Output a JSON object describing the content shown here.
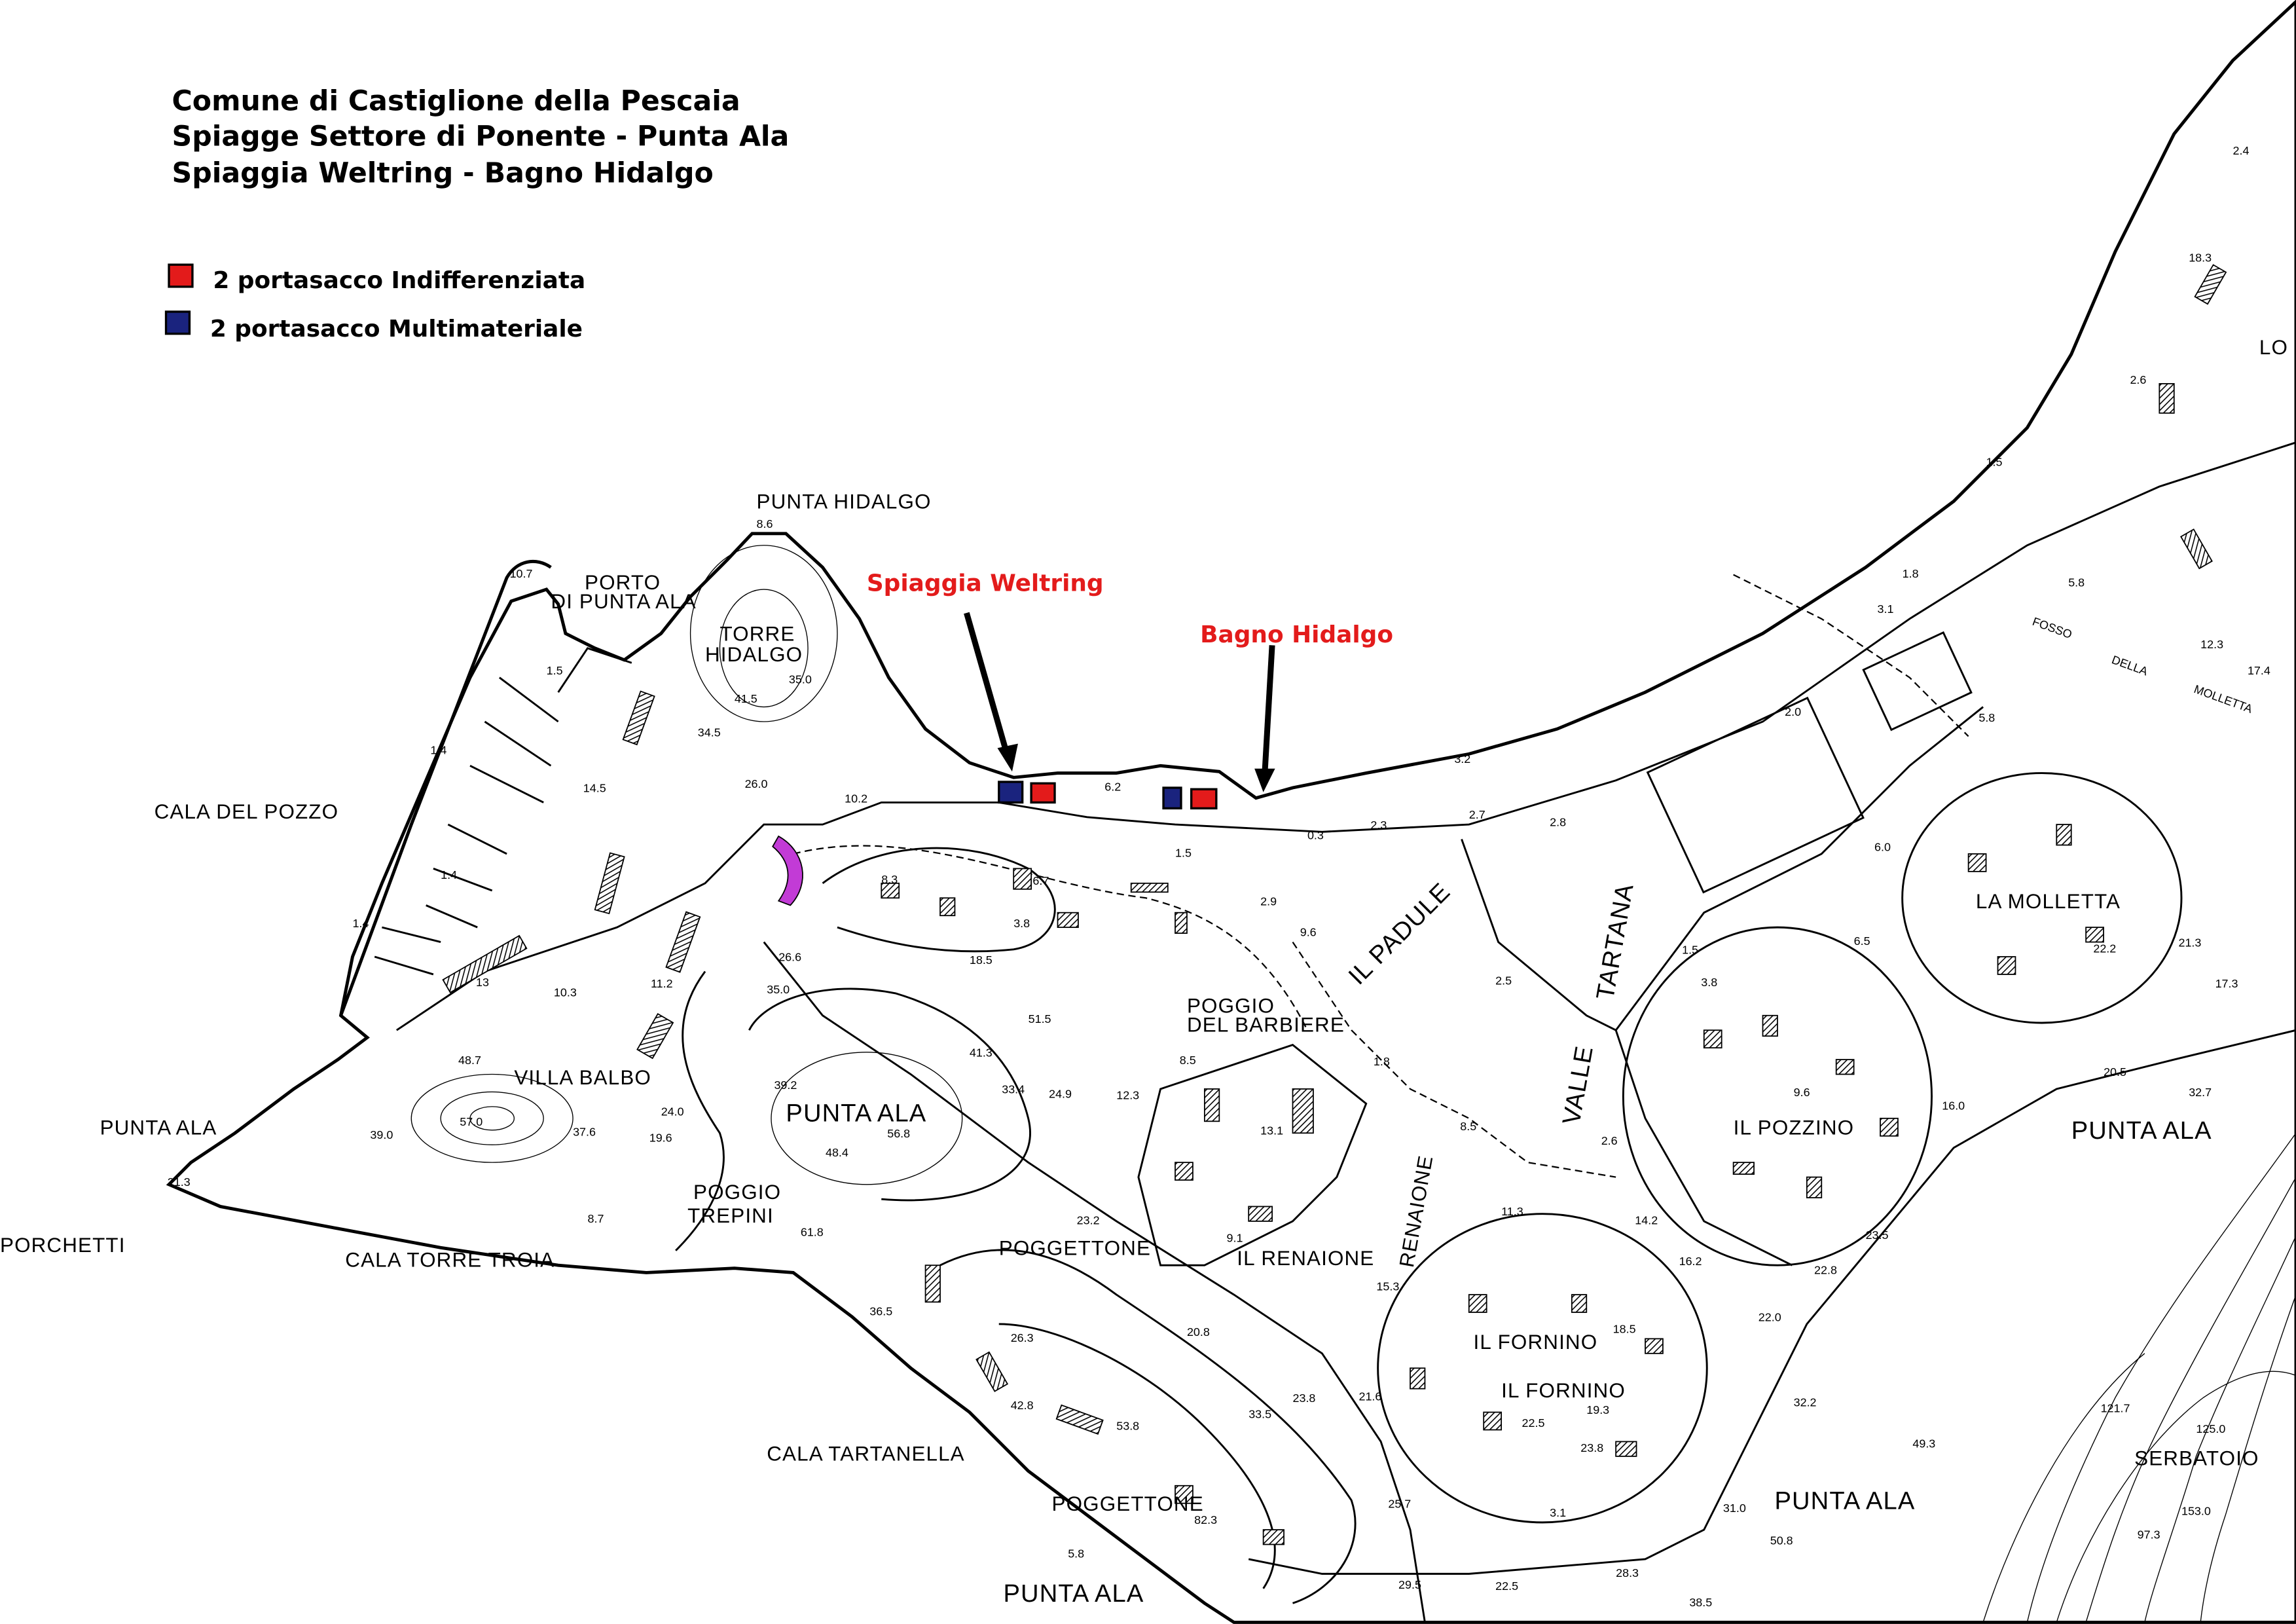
{
  "title": {
    "line1": "Comune di Castiglione della Pescaia",
    "line2": "Spiagge Settore di Ponente - Punta Ala",
    "line3": "Spiaggia Weltring - Bagno Hidalgo"
  },
  "legend": [
    {
      "label": "2  portasacco  Indifferenziata",
      "color": "#e31b1b"
    },
    {
      "label": "2  portasacco  Multimateriale",
      "color": "#1a237e"
    }
  ],
  "callouts": {
    "weltring": "Spiaggia  Weltring",
    "hidalgo": "Bagno Hidalgo"
  },
  "places": {
    "punta_hidalgo": "PUNTA HIDALGO",
    "porto1": "PORTO",
    "porto2": "DI PUNTA ALA",
    "torre1": "TORRE",
    "torre2": "HIDALGO",
    "cala_pozzo": "CALA DEL POZZO",
    "punta_ala_w": "PUNTA ALA",
    "porchetti": "PORCHETTI",
    "cala_torre_troia": "CALA TORRE TROIA",
    "villa_balbo": "VILLA BALBO",
    "poggio_trepini1": "POGGIO",
    "poggio_trepini2": "TREPINI",
    "punta_ala_c": "PUNTA ALA",
    "poggettone1": "POGGETTONE",
    "cala_tartanella": "CALA TARTANELLA",
    "poggettone2": "POGGETTONE",
    "punta_ala_s": "PUNTA ALA",
    "poggio_barbiere1": "POGGIO",
    "poggio_barbiere2": "DEL BARBIERE",
    "il_renaione": "IL RENAIONE",
    "il_padule": "IL PADULE",
    "tartana": "TARTANA",
    "valle": "VALLE",
    "renaione": "RENAIONE",
    "il_pozzino": "IL POZZINO",
    "il_fornino1": "IL FORNINO",
    "il_fornino2": "IL FORNINO",
    "la_molletta": "LA MOLLETTA",
    "punta_ala_e": "PUNTA ALA",
    "punta_ala_se": "PUNTA ALA",
    "serbatoio": "SERBATOIO",
    "lo_s": "LO S",
    "fosso": "FOSSO",
    "della": "DELLA",
    "molletta_r": "MOLLETTA"
  },
  "elevations": [
    "8.6",
    "10.7",
    "1.5",
    "41.5",
    "35.0",
    "34.5",
    "26.0",
    "10.2",
    "6.2",
    "1.5",
    "0.3",
    "2.3",
    "2.7",
    "3.2",
    "2.8",
    "2.0",
    "3.1",
    "1.8",
    "2.4",
    "1.5",
    "5.8",
    "12.3",
    "17.4",
    "5.8",
    "6.0",
    "6.5",
    "1.5",
    "3.8",
    "9.6",
    "16.0",
    "20.5",
    "32.7",
    "14.2",
    "16.2",
    "22.8",
    "22.0",
    "23.5",
    "32.2",
    "49.3",
    "121.7",
    "125.0",
    "153.0",
    "97.3",
    "38.5",
    "31.0",
    "50.8",
    "28.3",
    "22.5",
    "29.5",
    "25.7",
    "21.6",
    "23.8",
    "33.5",
    "20.8",
    "26.3",
    "42.8",
    "53.8",
    "82.3",
    "5.8",
    "36.5",
    "61.8",
    "56.8",
    "48.4",
    "39.2",
    "35.0",
    "26.6",
    "48.7",
    "57.0",
    "37.6",
    "24.0",
    "19.6",
    "39.0",
    "21.3",
    "8.7",
    "10.3",
    "11.2",
    "13",
    "1.4",
    "1.4",
    "1.4",
    "14.5",
    "8.3",
    "6.7",
    "3.8",
    "18.5",
    "41.3",
    "51.5",
    "33.4",
    "24.9",
    "12.3",
    "8.5",
    "13.1",
    "9.1",
    "11.3",
    "15.3",
    "18.5",
    "19.3",
    "22.5",
    "23.8",
    "3.1",
    "8.5",
    "2.6",
    "1.8",
    "2.5",
    "9.6",
    "2.9",
    "2.6",
    "18.3",
    "22.2",
    "21.3",
    "17.3",
    "23.2"
  ],
  "colors": {
    "indifferenziata": "#e31b1b",
    "multimateriale": "#1a237e"
  }
}
